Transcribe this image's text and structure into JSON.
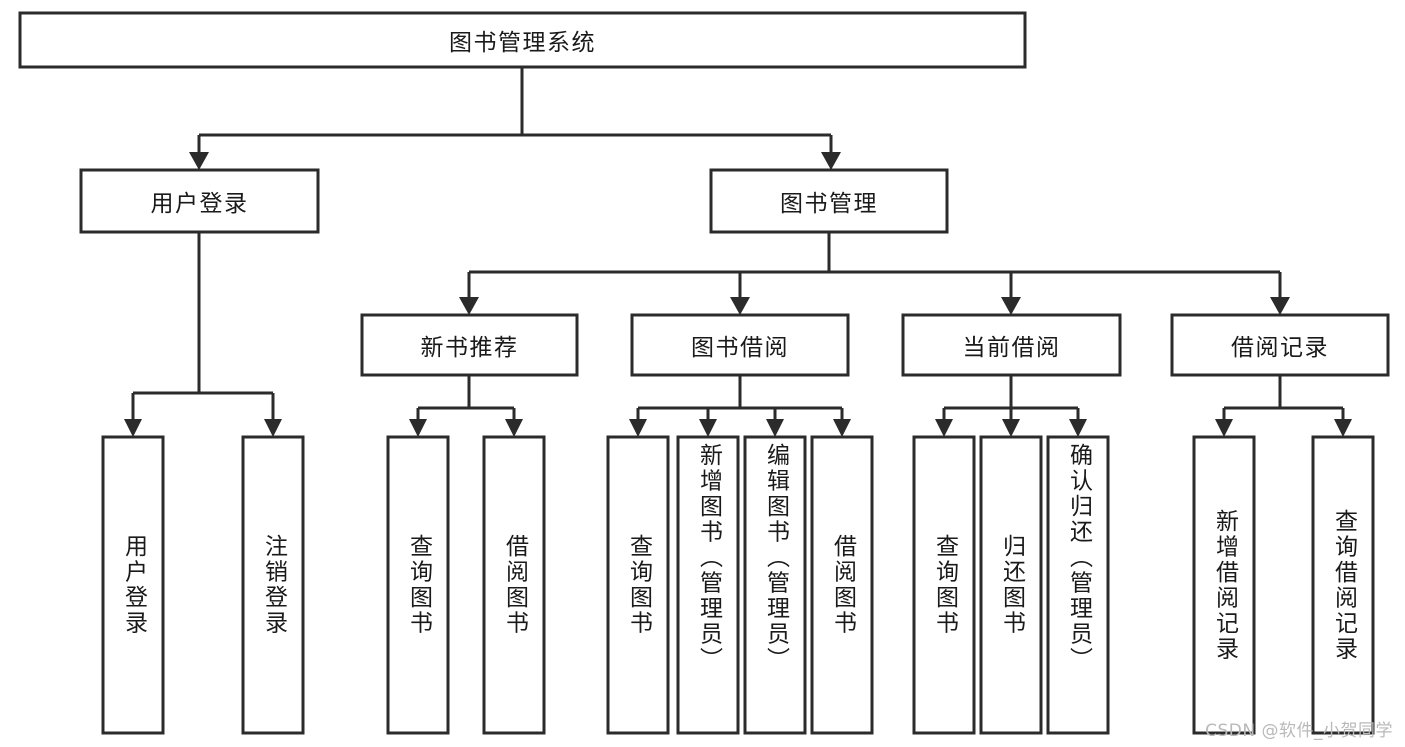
{
  "diagram": {
    "title": "图书管理系统",
    "type": "hierarchy-tree",
    "colors": {
      "box_stroke": "#2b2b2b",
      "box_fill": "#ffffff",
      "text": "#1a1a1a",
      "background": "#ffffff",
      "watermark": "#b9b9b9"
    },
    "levels": [
      {
        "level": 1,
        "nodes": [
          {
            "id": "root",
            "label": "图书管理系统",
            "orientation": "horizontal"
          }
        ]
      },
      {
        "level": 2,
        "nodes": [
          {
            "id": "user-login",
            "label": "用户登录",
            "orientation": "horizontal",
            "parent": "root"
          },
          {
            "id": "book-manage",
            "label": "图书管理",
            "orientation": "horizontal",
            "parent": "root"
          }
        ]
      },
      {
        "level": 3,
        "nodes": [
          {
            "id": "new-book-recommend",
            "label": "新书推荐",
            "orientation": "horizontal",
            "parent": "book-manage"
          },
          {
            "id": "book-borrow",
            "label": "图书借阅",
            "orientation": "horizontal",
            "parent": "book-manage"
          },
          {
            "id": "current-borrow",
            "label": "当前借阅",
            "orientation": "horizontal",
            "parent": "book-manage"
          },
          {
            "id": "borrow-record",
            "label": "借阅记录",
            "orientation": "horizontal",
            "parent": "book-manage"
          }
        ]
      },
      {
        "level": 4,
        "nodes": [
          {
            "id": "leaf-user-login",
            "label": "用户登录",
            "orientation": "vertical",
            "parent": "user-login"
          },
          {
            "id": "leaf-logout",
            "label": "注销登录",
            "orientation": "vertical",
            "parent": "user-login"
          },
          {
            "id": "leaf-query-book-1",
            "label": "查询图书",
            "orientation": "vertical",
            "parent": "new-book-recommend"
          },
          {
            "id": "leaf-borrow-book-1",
            "label": "借阅图书",
            "orientation": "vertical",
            "parent": "new-book-recommend"
          },
          {
            "id": "leaf-query-book-2",
            "label": "查询图书",
            "orientation": "vertical",
            "parent": "book-borrow"
          },
          {
            "id": "leaf-add-book",
            "label": "新增图书（管理员）",
            "orientation": "vertical",
            "parent": "book-borrow"
          },
          {
            "id": "leaf-edit-book",
            "label": "编辑图书（管理员）",
            "orientation": "vertical",
            "parent": "book-borrow"
          },
          {
            "id": "leaf-borrow-book-2",
            "label": "借阅图书",
            "orientation": "vertical",
            "parent": "book-borrow"
          },
          {
            "id": "leaf-query-book-3",
            "label": "查询图书",
            "orientation": "vertical",
            "parent": "current-borrow"
          },
          {
            "id": "leaf-return-book",
            "label": "归还图书",
            "orientation": "vertical",
            "parent": "current-borrow"
          },
          {
            "id": "leaf-confirm-return",
            "label": "确认归还（管理员）",
            "orientation": "vertical",
            "parent": "current-borrow"
          },
          {
            "id": "leaf-add-record",
            "label": "新增借阅记录",
            "orientation": "vertical",
            "parent": "borrow-record"
          },
          {
            "id": "leaf-query-record",
            "label": "查询借阅记录",
            "orientation": "vertical",
            "parent": "borrow-record"
          }
        ]
      }
    ]
  },
  "watermark": {
    "text": "CSDN @软件_小贺同学"
  }
}
